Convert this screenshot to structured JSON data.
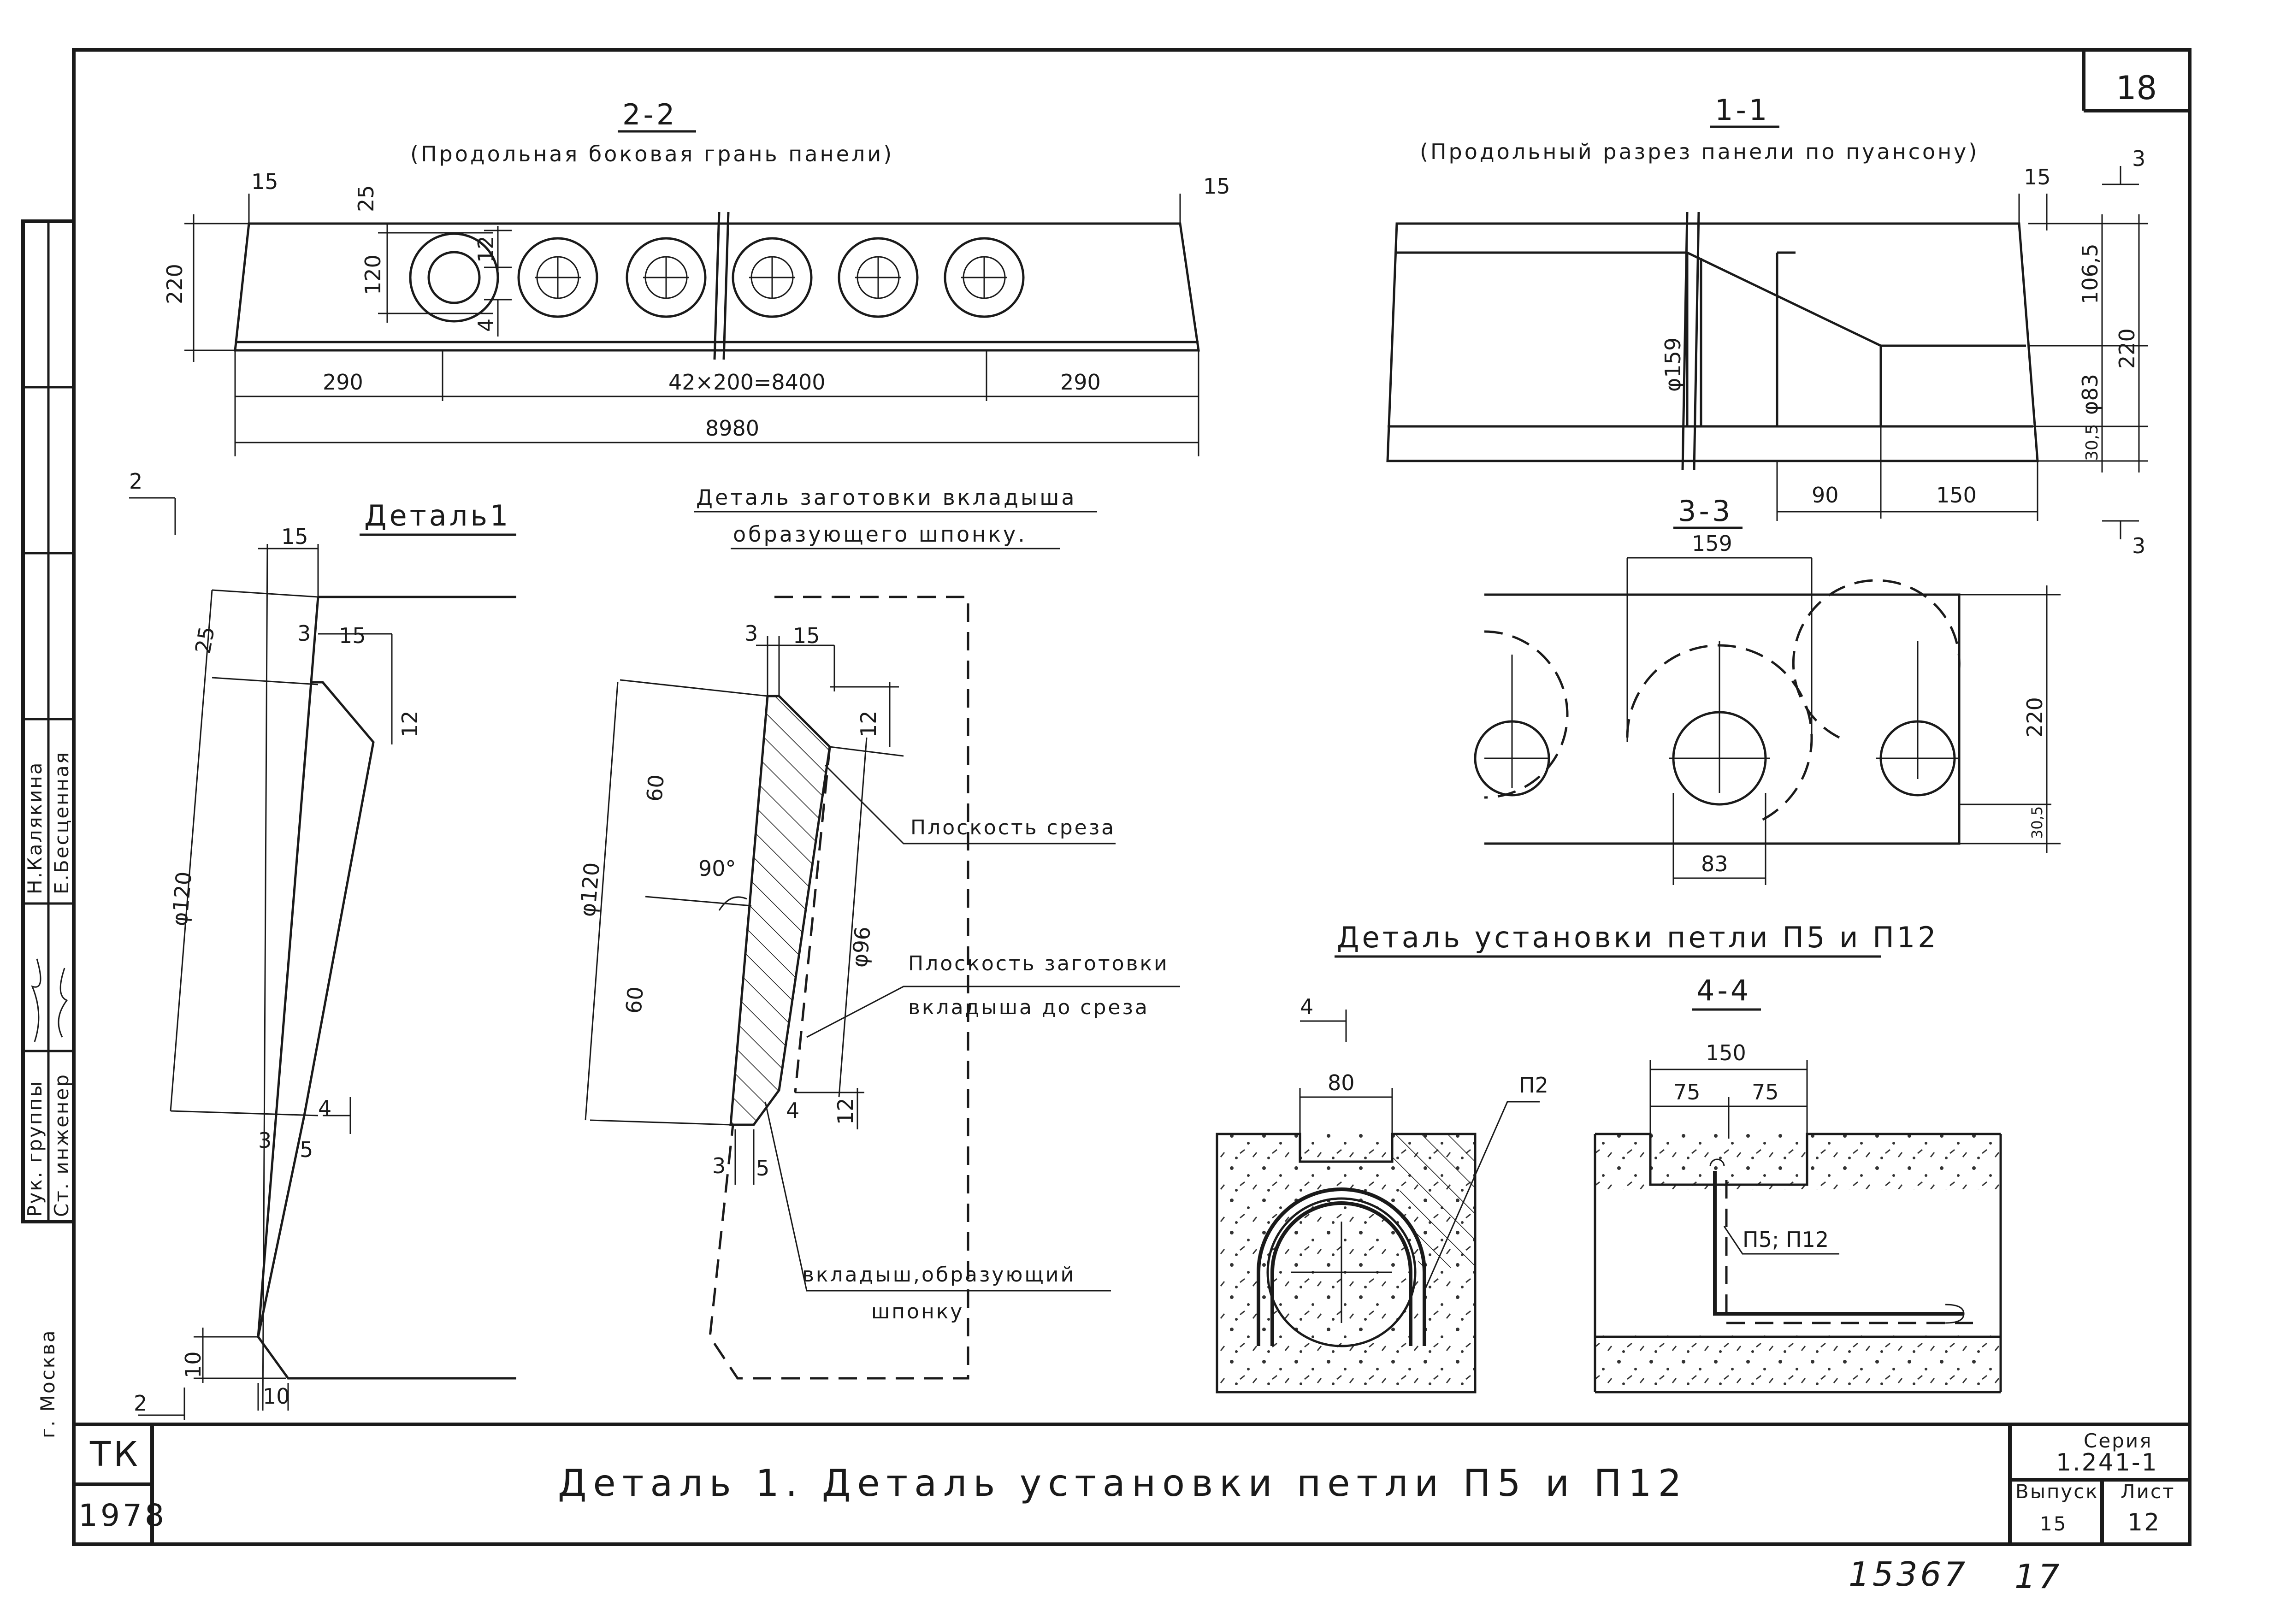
{
  "sheet_corner_mark": "18",
  "section_2_2": {
    "title": "2-2",
    "subtitle": "(Продольная боковая грань панели)",
    "dims": {
      "d15a": "15",
      "d15b": "15",
      "d25": "25",
      "d220": "220",
      "d120": "120",
      "d12": "12",
      "d4": "4",
      "d290a": "290",
      "pitch": "42×200=8400",
      "d290b": "290",
      "total": "8980"
    }
  },
  "section_1_1": {
    "title": "1-1",
    "subtitle": "(Продольный разрез панели по пуансону)",
    "dims": {
      "d15": "15",
      "cut": "3",
      "d106": "106,5",
      "d220": "220",
      "phi83": "φ83",
      "d305": "30,5",
      "phi159": "φ159",
      "d90": "90",
      "d150": "150",
      "cut_bottom": "3"
    }
  },
  "section_3_3": {
    "title": "3-3",
    "dims": {
      "d159": "159",
      "d220": "220",
      "d305": "30,5",
      "d83": "83"
    }
  },
  "detail_1": {
    "title": "Деталь1",
    "section_mark": "2",
    "dims": {
      "d15top": "15",
      "d25": "25",
      "d3": "3",
      "d15": "15",
      "d12": "12",
      "phi120": "φ120",
      "d4": "4",
      "d3b": "3",
      "d5": "5",
      "d10v": "10",
      "d10h": "10",
      "mark_bottom": "2"
    }
  },
  "blank_detail": {
    "title_line1": "Деталь заготовки вкладыша",
    "title_line2": "образующего шпонку.",
    "dims": {
      "d3": "3",
      "d15": "15",
      "d12": "12",
      "d60a": "60",
      "d60b": "60",
      "phi120": "φ120",
      "angle": "90°",
      "phi96": "φ96",
      "d4": "4",
      "d12b": "12",
      "d3b": "3",
      "d5": "5"
    },
    "notes": {
      "cut_plane": "Плоскость среза",
      "blank_plane_1": "Плоскость заготовки",
      "blank_plane_2": "вкладыша до среза",
      "insert_1": "вкладыш,образующий",
      "insert_2": "шпонку"
    }
  },
  "loop_detail": {
    "title": "Деталь установки петли П5 и П12",
    "section": "4-4",
    "section_mark": "4",
    "dims": {
      "d80": "80",
      "p2": "П2",
      "d150": "150",
      "d75a": "75",
      "d75b": "75",
      "p5p12": "П5; П12"
    }
  },
  "side_stamp": {
    "city": "г. Москва",
    "roles": [
      "Рук. группы",
      "Ст. инженер"
    ],
    "names": [
      "Н.Калякина",
      "Е.Бесценная"
    ]
  },
  "title_block": {
    "org": "ТК",
    "year": "1978",
    "title": "Деталь 1. Деталь установки петли П5 и П12",
    "series_label": "Серия",
    "series": "1.241-1",
    "issue_label": "Выпуск",
    "issue": "15",
    "sheet_label": "Лист",
    "sheet": "12"
  },
  "footer": {
    "inventory_no": "15367",
    "page": "17"
  }
}
